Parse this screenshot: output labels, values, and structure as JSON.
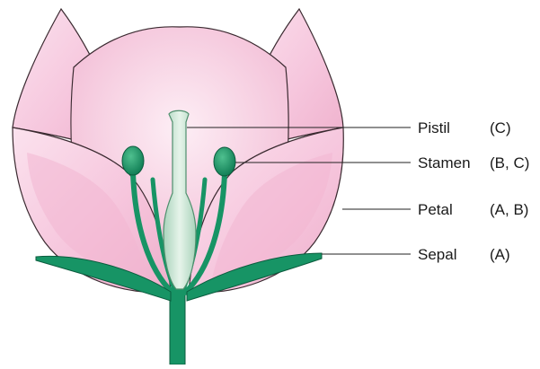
{
  "labels": [
    {
      "part": "Pistil",
      "genes": "(C)"
    },
    {
      "part": "Stamen",
      "genes": "(B, C)"
    },
    {
      "part": "Petal",
      "genes": "(A, B)"
    },
    {
      "part": "Sepal",
      "genes": "(A)"
    }
  ],
  "colors": {
    "petal_light": "#f9d7e8",
    "petal_mid": "#f2b8d4",
    "petal_outline": "#3a2a30",
    "stem_green": "#179465",
    "pistil": "#d4ebdd",
    "leader_line": "#222222"
  }
}
